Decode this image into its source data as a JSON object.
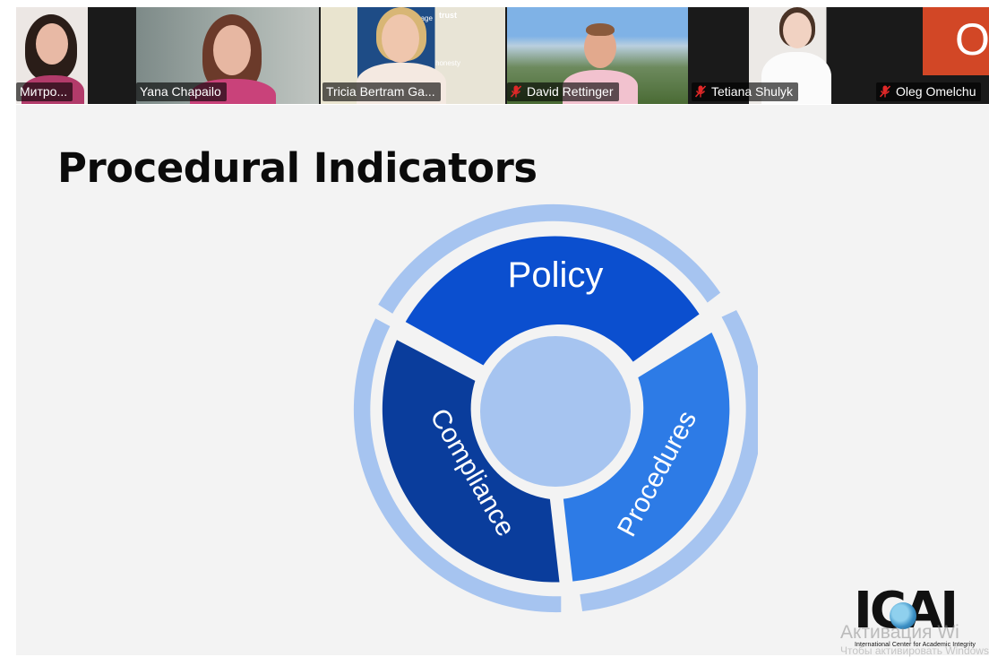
{
  "participants": [
    {
      "name": "Митро...",
      "muted": false,
      "active": false
    },
    {
      "name": "Yana Chapailo",
      "muted": false,
      "active": false
    },
    {
      "name": "Tricia Bertram Ga...",
      "muted": false,
      "active": true
    },
    {
      "name": "David Rettinger",
      "muted": true,
      "active": false
    },
    {
      "name": "Tetiana Shulyk",
      "muted": true,
      "active": false
    },
    {
      "name": "Oleg Omelchu",
      "muted": true,
      "active": false,
      "avatar_initial": "O",
      "avatar_color": "#d24726"
    }
  ],
  "video_backdrop_words": [
    "courage",
    "trust",
    "honesty"
  ],
  "slide": {
    "title": "Procedural Indicators",
    "cycle": {
      "segments": [
        {
          "label": "Policy",
          "color": "#0b4fcf"
        },
        {
          "label": "Procedures",
          "color": "#2d7be6"
        },
        {
          "label": "Compliance",
          "color": "#0a3d9c"
        }
      ],
      "outer_ring_color": "#a6c4f0",
      "center_color": "#a6c4f0"
    },
    "logo": {
      "text": "ICAI",
      "subtitle": "International Center for Academic Integrity"
    }
  },
  "watermark": {
    "line1": "Активация Wi",
    "line2": "Чтобы активировать Windows"
  },
  "colors": {
    "active_speaker_border": "#d6e14c",
    "muted_icon": "#e02828"
  }
}
